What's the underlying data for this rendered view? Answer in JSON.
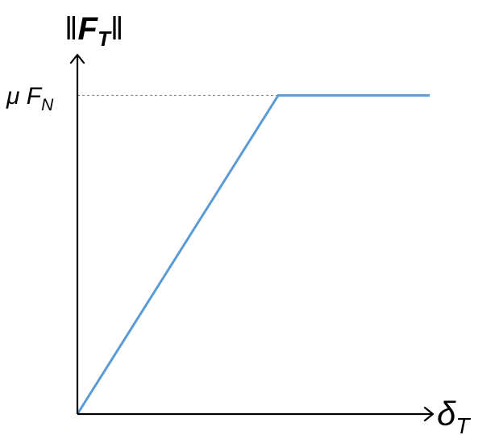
{
  "chart_data": {
    "type": "line",
    "xlabel": {
      "symbol": "δ",
      "subscript": "T"
    },
    "ylabel": {
      "prefix": "‖",
      "symbol": "F",
      "subscript": "T",
      "suffix": "‖"
    },
    "ytick": {
      "prefix": "μ ",
      "symbol": "F",
      "subscript": "N",
      "value": 1
    },
    "xlim": [
      0,
      1
    ],
    "ylim": [
      0,
      1.13
    ],
    "series": [
      {
        "color": "#5b9bd5",
        "x": [
          0,
          0.57,
          1
        ],
        "y": [
          0,
          1,
          1
        ]
      }
    ],
    "guide_line": {
      "y": 1,
      "from_x": 0,
      "to_x": 0.57,
      "style": "dashed"
    }
  }
}
